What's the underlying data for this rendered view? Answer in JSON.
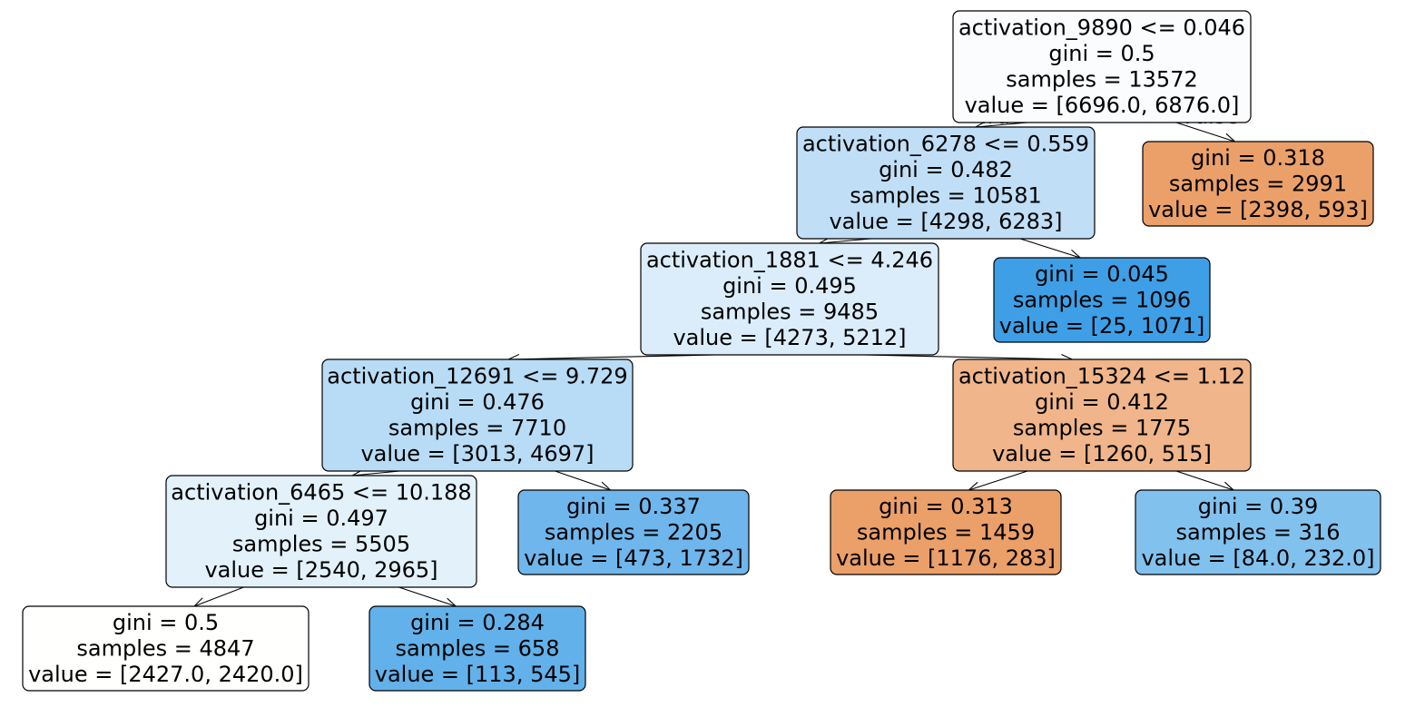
{
  "edge_labels": {
    "true": "True",
    "false": "False"
  },
  "nodes": [
    {
      "id": "root",
      "lines": [
        "activation_9890 <= 0.046",
        "gini = 0.5",
        "samples = 13572",
        "value = [6696.0, 6876.0]"
      ],
      "fill": "#fafcfe"
    },
    {
      "id": "n1",
      "lines": [
        "activation_6278 <= 0.559",
        "gini = 0.482",
        "samples = 10581",
        "value = [4298, 6283]"
      ],
      "fill": "#c0dff7"
    },
    {
      "id": "leaf-2991",
      "lines": [
        "gini = 0.318",
        "samples = 2991",
        "value = [2398, 593]"
      ],
      "fill": "#eba06a"
    },
    {
      "id": "n2",
      "lines": [
        "activation_1881 <= 4.246",
        "gini = 0.495",
        "samples = 9485",
        "value = [4273, 5212]"
      ],
      "fill": "#dbedfa"
    },
    {
      "id": "leaf-1096",
      "lines": [
        "gini = 0.045",
        "samples = 1096",
        "value = [25, 1071]"
      ],
      "fill": "#3e9fe6"
    },
    {
      "id": "n3",
      "lines": [
        "activation_12691 <= 9.729",
        "gini = 0.476",
        "samples = 7710",
        "value = [3013, 4697]"
      ],
      "fill": "#b8dcf6"
    },
    {
      "id": "n4",
      "lines": [
        "activation_15324 <= 1.12",
        "gini = 0.412",
        "samples = 1775",
        "value = [1260, 515]"
      ],
      "fill": "#f0b58a"
    },
    {
      "id": "n5",
      "lines": [
        "activation_6465 <= 10.188",
        "gini = 0.497",
        "samples = 5505",
        "value = [2540, 2965]"
      ],
      "fill": "#e3f1fb"
    },
    {
      "id": "leaf-2205",
      "lines": [
        "gini = 0.337",
        "samples = 2205",
        "value = [473, 1732]"
      ],
      "fill": "#6fb6ec"
    },
    {
      "id": "leaf-1459",
      "lines": [
        "gini = 0.313",
        "samples = 1459",
        "value = [1176, 283]"
      ],
      "fill": "#eb9f69"
    },
    {
      "id": "leaf-316",
      "lines": [
        "gini = 0.39",
        "samples = 316",
        "value = [84.0, 232.0]"
      ],
      "fill": "#81c1ee"
    },
    {
      "id": "leaf-4847",
      "lines": [
        "gini = 0.5",
        "samples = 4847",
        "value = [2427.0, 2420.0]"
      ],
      "fill": "#fffffd"
    },
    {
      "id": "leaf-658",
      "lines": [
        "gini = 0.284",
        "samples = 658",
        "value = [113, 545]"
      ],
      "fill": "#62b1ea"
    }
  ],
  "edges": [
    {
      "from": "root",
      "to": "n1"
    },
    {
      "from": "root",
      "to": "leaf-2991"
    },
    {
      "from": "n1",
      "to": "n2"
    },
    {
      "from": "n1",
      "to": "leaf-1096"
    },
    {
      "from": "n2",
      "to": "n3"
    },
    {
      "from": "n2",
      "to": "n4"
    },
    {
      "from": "n3",
      "to": "n5"
    },
    {
      "from": "n3",
      "to": "leaf-2205"
    },
    {
      "from": "n4",
      "to": "leaf-1459"
    },
    {
      "from": "n4",
      "to": "leaf-316"
    },
    {
      "from": "n5",
      "to": "leaf-4847"
    },
    {
      "from": "n5",
      "to": "leaf-658"
    }
  ]
}
